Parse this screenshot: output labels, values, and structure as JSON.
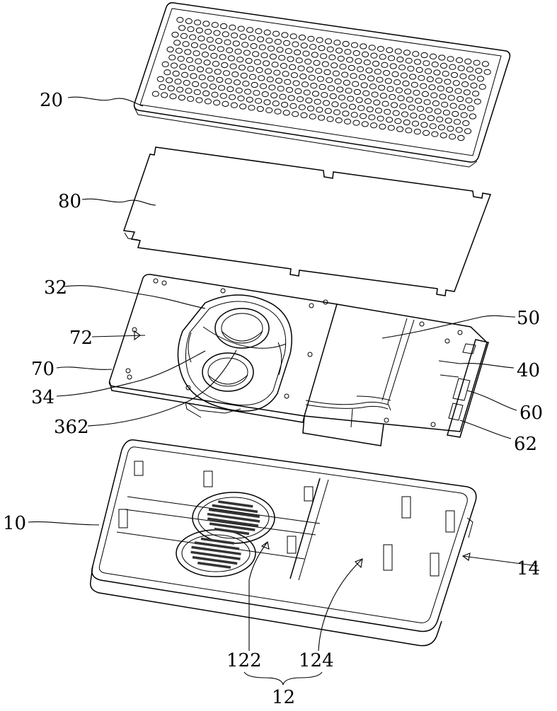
{
  "labels": {
    "l20": "20",
    "l80": "80",
    "l32": "32",
    "l72": "72",
    "l70": "70",
    "l34": "34",
    "l362": "362",
    "l50": "50",
    "l40": "40",
    "l60": "60",
    "l62": "62",
    "l10": "10",
    "l14": "14",
    "l122": "122",
    "l124": "124",
    "l12": "12"
  }
}
